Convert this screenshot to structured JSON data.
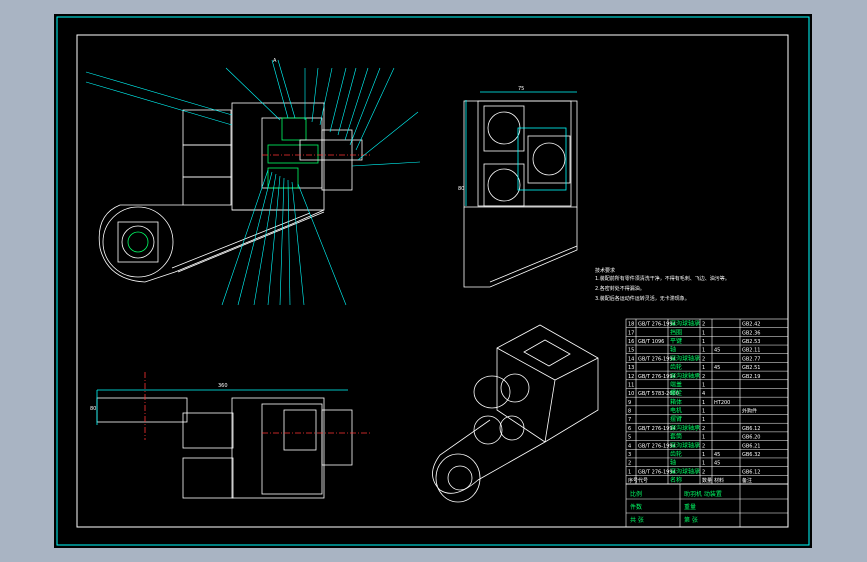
{
  "drawing": {
    "title_block": {
      "title": "助羽机 动装置",
      "row_labels": [
        "比例",
        "件数",
        "重量",
        "共 张",
        "第 张"
      ]
    },
    "tech_notes": [
      "技术要求",
      "1.装配前所有零件须清洗干净，不得有毛刺、飞边、油污等。",
      "2.各密封处不得漏油。",
      "3.装配后各运动件运转灵活，无卡滞现象。"
    ],
    "dimension_labels": {
      "top_view_width": "75",
      "front_view_width": "360",
      "front_view_height": "80",
      "side_view_height": "80",
      "side_view_label": "A"
    },
    "bom_rows": [
      {
        "no": "18",
        "code": "GB/T 276-1994",
        "name": "深沟球轴承",
        "qty": "2",
        "mat": "",
        "note": "GB2.42"
      },
      {
        "no": "17",
        "code": "",
        "name": "挡圈",
        "qty": "1",
        "mat": "",
        "note": "GB2.36"
      },
      {
        "no": "16",
        "code": "GB/T 1096",
        "name": "平键",
        "qty": "1",
        "mat": "",
        "note": "GB2.53"
      },
      {
        "no": "15",
        "code": "",
        "name": "轴",
        "qty": "1",
        "mat": "45",
        "note": "GB2.11"
      },
      {
        "no": "14",
        "code": "GB/T 276-1994",
        "name": "深沟球轴承",
        "qty": "2",
        "mat": "",
        "note": "GB2.77"
      },
      {
        "no": "13",
        "code": "",
        "name": "齿轮",
        "qty": "1",
        "mat": "45",
        "note": "GB2.51"
      },
      {
        "no": "12",
        "code": "GB/T 276-1994",
        "name": "深沟球轴承",
        "qty": "2",
        "mat": "",
        "note": "GB2.19"
      },
      {
        "no": "11",
        "code": "",
        "name": "端盖",
        "qty": "1",
        "mat": "",
        "note": ""
      },
      {
        "no": "10",
        "code": "GB/T 5783-2000",
        "name": "螺栓",
        "qty": "4",
        "mat": "",
        "note": ""
      },
      {
        "no": "9",
        "code": "",
        "name": "箱体",
        "qty": "1",
        "mat": "HT200",
        "note": ""
      },
      {
        "no": "8",
        "code": "",
        "name": "电机",
        "qty": "1",
        "mat": "",
        "note": "外购件"
      },
      {
        "no": "7",
        "code": "",
        "name": "摆臂",
        "qty": "1",
        "mat": "",
        "note": ""
      },
      {
        "no": "6",
        "code": "GB/T 276-1994",
        "name": "深沟球轴承",
        "qty": "2",
        "mat": "",
        "note": "GB6.12"
      },
      {
        "no": "5",
        "code": "",
        "name": "套筒",
        "qty": "1",
        "mat": "",
        "note": "GB6.20"
      },
      {
        "no": "4",
        "code": "GB/T 276-1994",
        "name": "深沟球轴承",
        "qty": "2",
        "mat": "",
        "note": "GB6.21"
      },
      {
        "no": "3",
        "code": "",
        "name": "齿轮",
        "qty": "1",
        "mat": "45",
        "note": "GB6.32"
      },
      {
        "no": "2",
        "code": "",
        "name": "轴",
        "qty": "1",
        "mat": "45",
        "note": ""
      },
      {
        "no": "1",
        "code": "GB/T 276-1994",
        "name": "深沟球轴承",
        "qty": "2",
        "mat": "",
        "note": "GB6.12"
      }
    ],
    "bom_header": [
      "序号",
      "代号",
      "名称",
      "数量",
      "材料",
      "备注"
    ],
    "colors": {
      "background": "#a9b4c3",
      "sheet": "#000000",
      "frame": "#00ffff",
      "lines": "#ffffff",
      "leaders": "#00ffff",
      "hidden": "#ff3333",
      "text": "#00ff66"
    }
  }
}
